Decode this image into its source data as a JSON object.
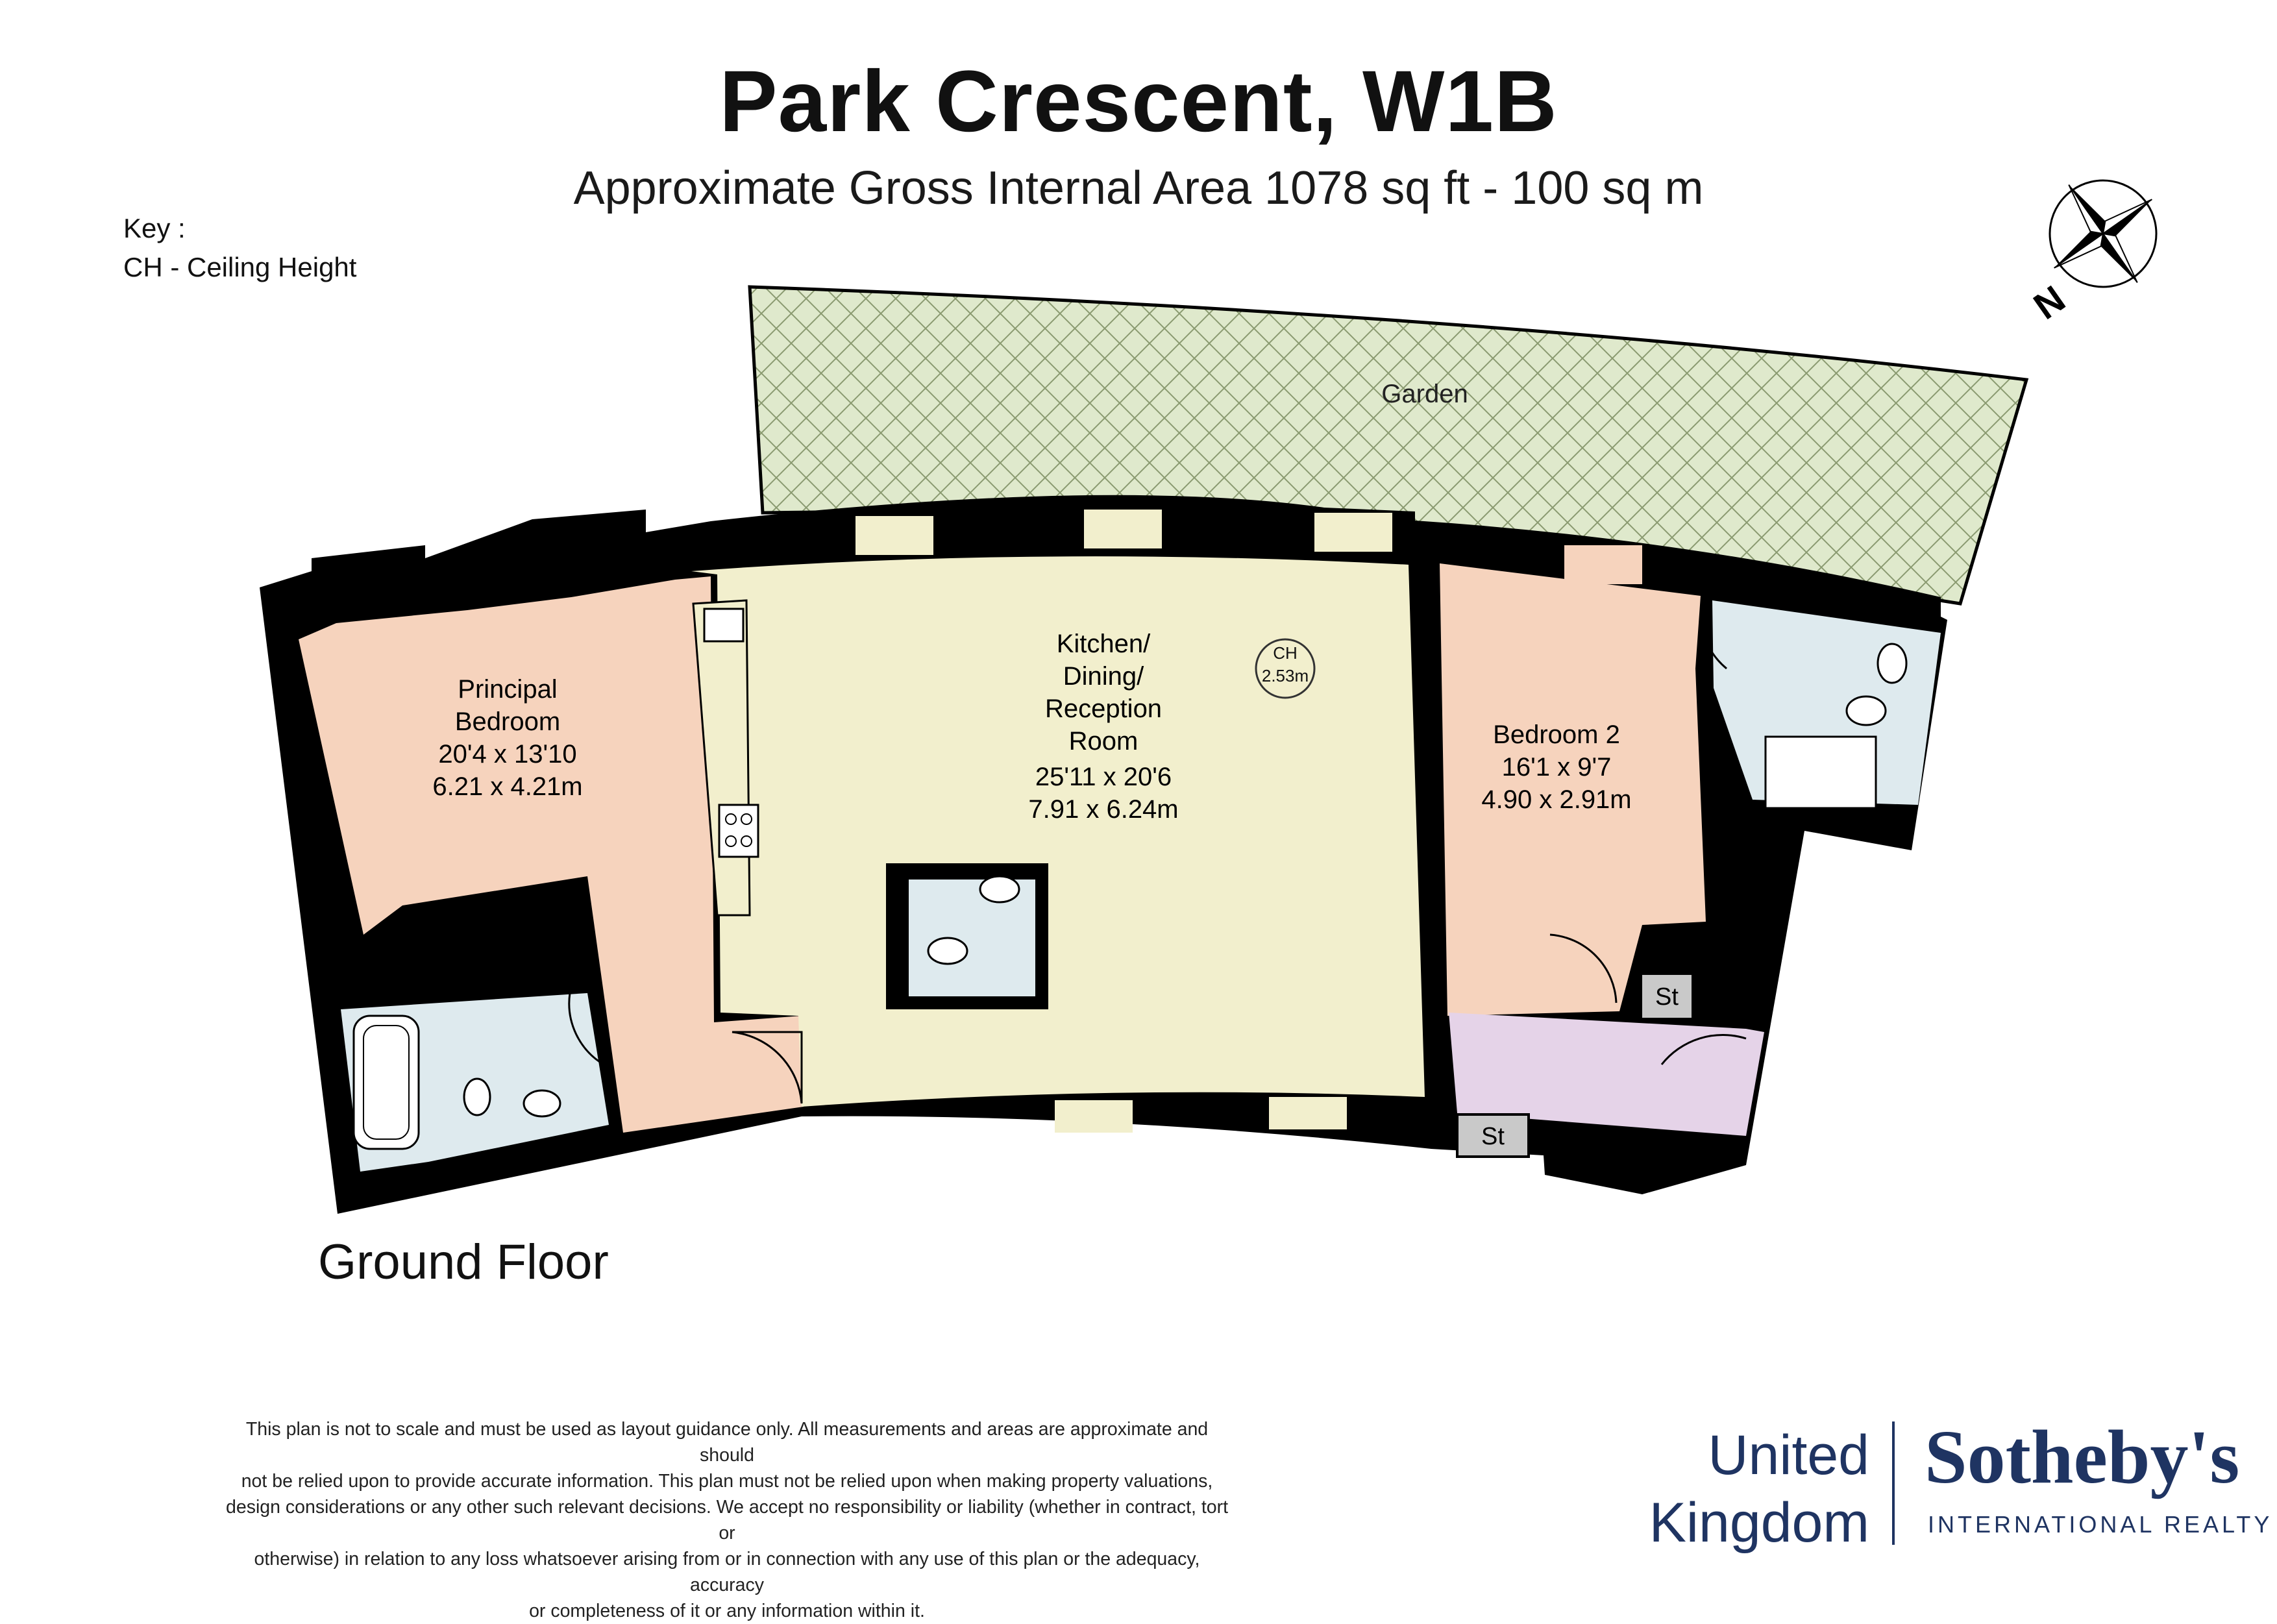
{
  "header": {
    "title": "Park Crescent, W1B",
    "subtitle": "Approximate Gross Internal Area 1078 sq ft - 100 sq m"
  },
  "key": {
    "heading": "Key :",
    "items": [
      "CH - Ceiling Height"
    ]
  },
  "compass": {
    "north_label": "N"
  },
  "plan": {
    "floor_label": "Ground Floor",
    "garden_label": "Garden",
    "ceiling_height": {
      "label": "CH",
      "value": "2.53m"
    },
    "store_label": "St",
    "rooms": [
      {
        "id": "principal-bedroom",
        "name_lines": [
          "Principal",
          "Bedroom"
        ],
        "imperial": "20'4 x 13'10",
        "metric": "6.21 x 4.21m"
      },
      {
        "id": "kitchen-dining-reception",
        "name_lines": [
          "Kitchen/",
          "Dining/",
          "Reception",
          "Room"
        ],
        "imperial": "25'11 x 20'6",
        "metric": "7.91 x 6.24m"
      },
      {
        "id": "bedroom-2",
        "name_lines": [
          "Bedroom 2"
        ],
        "imperial": "16'1 x 9'7",
        "metric": "4.90 x 2.91m"
      }
    ]
  },
  "colors": {
    "wall": "#000000",
    "bedroom": "#f6d3bd",
    "reception": "#f2efcd",
    "bathroom": "#deeaee",
    "hall": "#e5d3e8",
    "garden": "#dfe9cc",
    "garden_hatch": "#8a9a70",
    "store": "#c9c9c9",
    "brand": "#1f3462"
  },
  "footer": {
    "disclaimer_lines": [
      "This plan is not to scale and must be used as layout guidance only. All measurements and areas are approximate and should",
      "not be relied upon to provide accurate information. This plan must not be relied upon when making property valuations,",
      "design considerations or any other such relevant decisions. We accept no responsibility or liability (whether in contract, tort or",
      "otherwise) in relation to any loss whatsoever arising from or in connection with any use of this plan or the adequacy, accuracy",
      "or completeness of it or any information within it."
    ],
    "brand": {
      "region_line1": "United",
      "region_line2": "Kingdom",
      "name": "Sotheby's",
      "tagline": "INTERNATIONAL REALTY"
    }
  }
}
